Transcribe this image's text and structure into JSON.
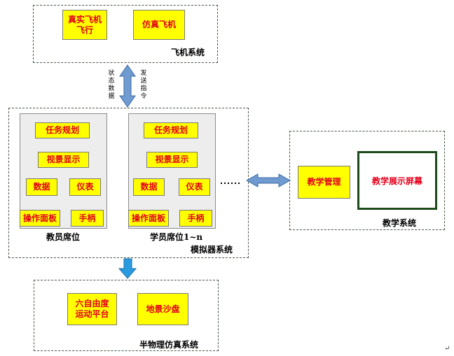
{
  "aircraft_system": {
    "label": "飞机系统",
    "real_flight": "真实飞机\n飞行",
    "sim_aircraft": "仿真飞机"
  },
  "link_labels": {
    "status_data": "状态数据",
    "send_command": "发送指令"
  },
  "simulator_system": {
    "label": "模拟器系统",
    "instructor_seat": {
      "label": "教员席位",
      "task_planning": "任务规划",
      "visual_display": "视景显示",
      "data": "数据",
      "instrument": "仪表",
      "control_panel": "操作面板",
      "joystick": "手柄"
    },
    "student_seat": {
      "label": "学员席位1~n",
      "task_planning": "任务规划",
      "visual_display": "视景显示",
      "data": "数据",
      "instrument": "仪表",
      "control_panel": "操作面板",
      "joystick": "手柄"
    }
  },
  "teaching_system": {
    "label": "教学系统",
    "management": "教学管理",
    "display_screen": "教学展示屏幕"
  },
  "semi_physical_system": {
    "label": "半物理仿真系统",
    "motion_platform": "六自由度\n运动平台",
    "sand_table": "地景沙盘"
  },
  "paragraph_mark": "↵",
  "colors": {
    "box_fill": "#ffff00",
    "box_text": "#e3001b",
    "arrow_fill": "#6f9bd1",
    "arrow_stroke": "#3d6aa3"
  }
}
